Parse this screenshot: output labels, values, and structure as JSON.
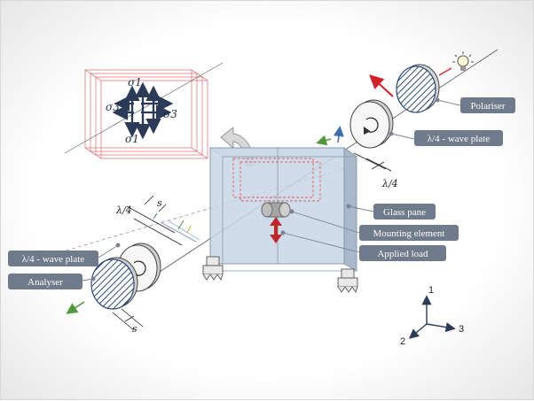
{
  "labels": {
    "polariser": "Polariser",
    "qwp_right": "λ/4 - wave plate",
    "glass_pane": "Glass pane",
    "mounting_element": "Mounting element",
    "applied_load": "Applied load",
    "qwp_left": "λ/4 - wave plate",
    "analyser": "Analyser"
  },
  "stress": {
    "s1_top": "σ1",
    "s1_bottom": "σ1",
    "s3_left": "σ3",
    "s3_right": "σ3"
  },
  "dimensions": {
    "lambda4_right": "λ/4",
    "lambda4_left": "λ/4",
    "s_top": "s",
    "s_bottom": "s"
  },
  "axes": {
    "axis1": "1",
    "axis2": "2",
    "axis3": "3"
  },
  "colors": {
    "label_bg": "#6f7a8b",
    "navy": "#2b3a57",
    "glass": "#c9d6e6",
    "load_arrow": "#c0272d",
    "stress_box": "#e07a7a"
  }
}
